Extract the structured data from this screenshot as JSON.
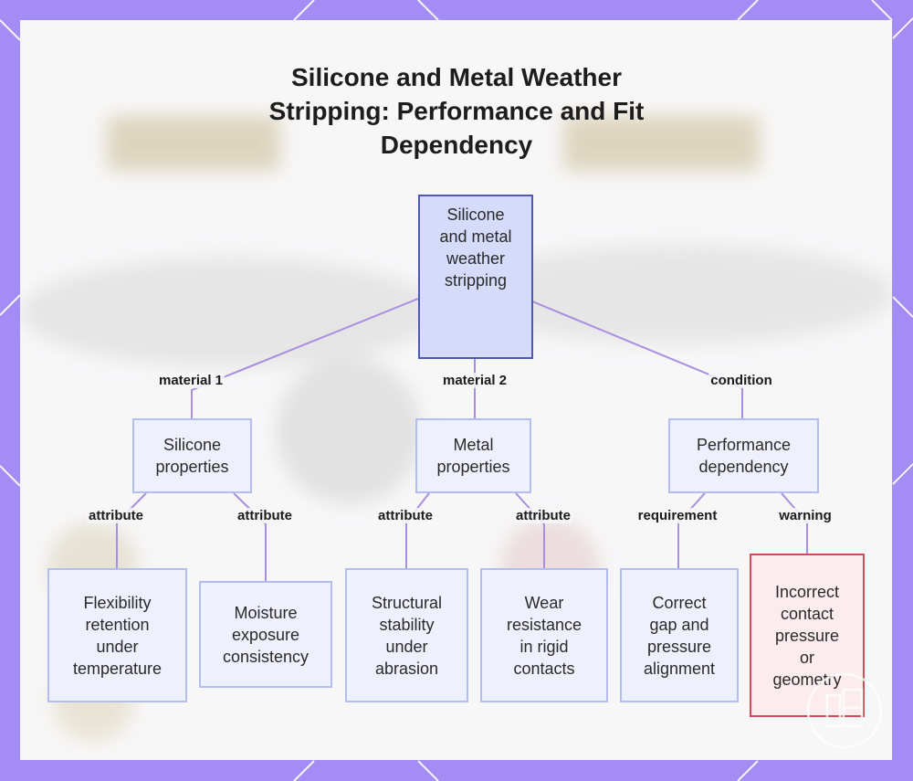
{
  "title_lines": [
    "Silicone and Metal Weather",
    "Stripping: Performance and Fit",
    "Dependency"
  ],
  "nodes": {
    "root": [
      "Silicone",
      "and metal",
      "weather",
      "stripping"
    ],
    "silicone": [
      "Silicone",
      "properties"
    ],
    "metal": [
      "Metal",
      "properties"
    ],
    "performance": [
      "Performance",
      "dependency"
    ],
    "flex": [
      "Flexibility",
      "retention",
      "under",
      "temperature"
    ],
    "moisture": [
      "Moisture",
      "exposure",
      "consistency"
    ],
    "structural": [
      "Structural",
      "stability",
      "under",
      "abrasion"
    ],
    "wear": [
      "Wear",
      "resistance",
      "in rigid",
      "contacts"
    ],
    "gap": [
      "Correct",
      "gap and",
      "pressure",
      "alignment"
    ],
    "incorrect": [
      "Incorrect",
      "contact",
      "pressure",
      "or",
      "geometry"
    ]
  },
  "edge_labels": {
    "material1": "material 1",
    "material2": "material 2",
    "condition": "condition",
    "attr1": "attribute",
    "attr2": "attribute",
    "attr3": "attribute",
    "attr4": "attribute",
    "requirement": "requirement",
    "warning": "warning"
  },
  "colors": {
    "frame": "#a38cf3",
    "edge": "#a98ee0",
    "root_fill": "#d6dafb",
    "root_border": "#4c5ab5",
    "node_fill": "#eef1fd",
    "node_border": "#b4bdf0",
    "warning_fill": "#fdecee",
    "warning_border": "#d24a5a"
  }
}
